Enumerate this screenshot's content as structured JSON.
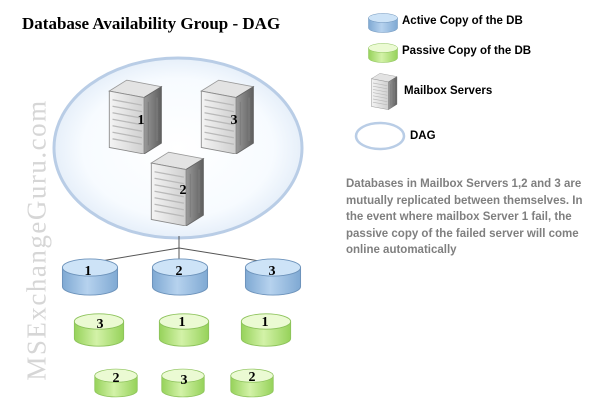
{
  "title": "Database Availability Group - DAG",
  "legend": {
    "active": "Active Copy of the DB",
    "passive": "Passive Copy of the DB",
    "servers": "Mailbox Servers",
    "dag": "DAG"
  },
  "description": "Databases in Mailbox Servers 1,2 and 3 are mutually replicated between themselves. In the event where mailbox Server 1 fail, the passive copy of the failed server will come online automatically",
  "watermark": "MSExchangeGuru.com",
  "servers": [
    "1",
    "3",
    "2"
  ],
  "active_dbs": [
    "1",
    "2",
    "3"
  ],
  "passive_row1": [
    "3",
    "1",
    "1"
  ],
  "passive_row2": [
    "2",
    "3",
    "2"
  ],
  "colors": {
    "active_top": "#c9e0f4",
    "active_side": "#8fb8e0",
    "passive_top": "#e7f8c9",
    "passive_side": "#a7df6e",
    "dag_border": "#b9cde6"
  }
}
